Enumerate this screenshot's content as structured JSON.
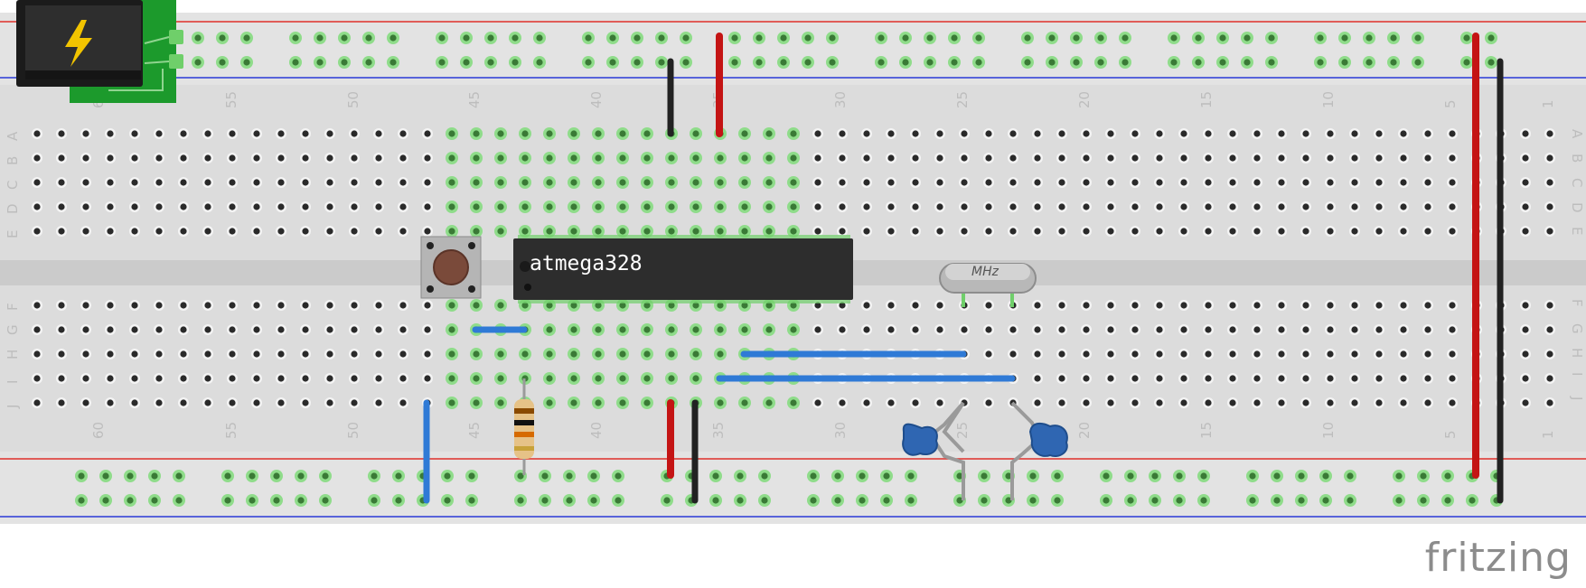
{
  "diagram": {
    "chip_label": "atmega328",
    "crystal_label": "MHz",
    "top_column_numbers": [
      "60",
      "55",
      "50",
      "45",
      "40",
      "35",
      "30",
      "25",
      "20",
      "15",
      "10",
      "5",
      "1"
    ],
    "bottom_column_numbers": [
      "60",
      "55",
      "50",
      "45",
      "40",
      "35",
      "30",
      "25",
      "20",
      "15",
      "10",
      "5",
      "1"
    ],
    "row_letters_top": [
      "A",
      "B",
      "C",
      "D",
      "E"
    ],
    "row_letters_bottom": [
      "F",
      "G",
      "H",
      "I",
      "J"
    ],
    "brand": "fritzing"
  },
  "colors": {
    "board": "#dcdcdc",
    "rail_red": "#e0302a",
    "rail_blue": "#2a3bd8",
    "hole_active": "#6fcf6a",
    "wire_red": "#c41414",
    "wire_black": "#222222",
    "wire_blue": "#2f7ad6",
    "chip": "#2d2d2d",
    "power_board": "#1c9a2c"
  },
  "icons": [
    "power-jack-icon",
    "lightning-bolt-icon"
  ]
}
